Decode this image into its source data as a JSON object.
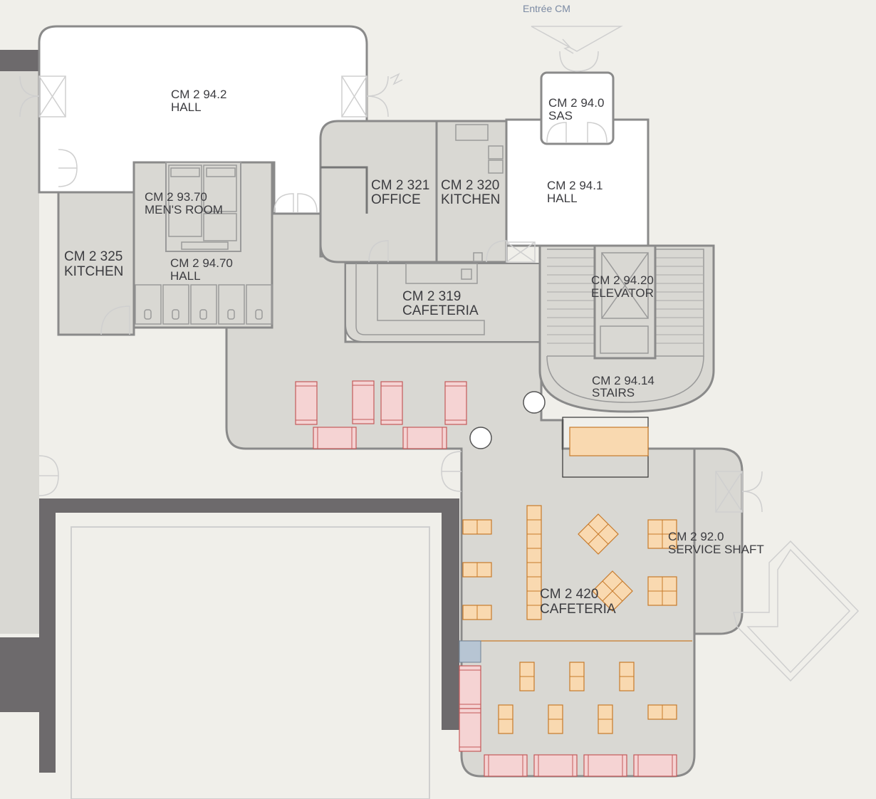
{
  "entrance": {
    "label": "Entrée CM"
  },
  "rooms": [
    {
      "id": "cm-2-94-2",
      "code": "CM 2 94.2",
      "name": "HALL"
    },
    {
      "id": "cm-2-94-0",
      "code": "CM 2 94.0",
      "name": "SAS"
    },
    {
      "id": "cm-2-321",
      "code": "CM 2 321",
      "name": "OFFICE"
    },
    {
      "id": "cm-2-320",
      "code": "CM 2 320",
      "name": "KITCHEN"
    },
    {
      "id": "cm-2-94-1",
      "code": "CM 2 94.1",
      "name": "HALL"
    },
    {
      "id": "cm-2-93-70",
      "code": "CM 2 93.70",
      "name": "MEN'S ROOM"
    },
    {
      "id": "cm-2-325",
      "code": "CM 2 325",
      "name": "KITCHEN"
    },
    {
      "id": "cm-2-94-70",
      "code": "CM 2 94.70",
      "name": "HALL"
    },
    {
      "id": "cm-2-319",
      "code": "CM 2 319",
      "name": "CAFETERIA"
    },
    {
      "id": "cm-2-94-20",
      "code": "CM 2 94.20",
      "name": "ELEVATOR"
    },
    {
      "id": "cm-2-94-14",
      "code": "CM 2 94.14",
      "name": "STAIRS"
    },
    {
      "id": "cm-2-92-0",
      "code": "CM 2 92.0",
      "name": "SERVICE SHAFT"
    },
    {
      "id": "cm-2-420",
      "code": "CM 2 420",
      "name": "CAFETERIA"
    }
  ],
  "colors": {
    "background": "#f0efea",
    "room_fill": "#d9d8d3",
    "hall_fill": "#ffffff",
    "wall_dark": "#6d6a6c",
    "wall_line": "#8a8a8a",
    "sofa_fill": "#f5d3d3",
    "sofa_stroke": "#c45a5a",
    "table_fill": "#f9d9b0",
    "table_stroke": "#c77a2a",
    "blue_block": "#b7c5d3"
  }
}
